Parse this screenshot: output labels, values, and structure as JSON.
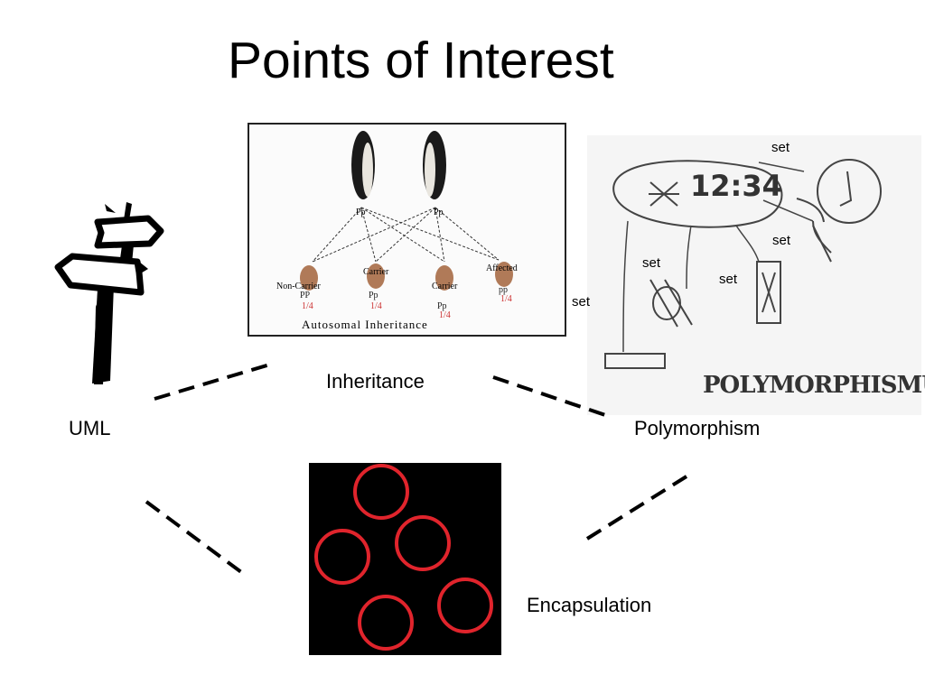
{
  "slide": {
    "title": "Points of Interest",
    "labels": {
      "uml": "UML",
      "inheritance": "Inheritance",
      "polymorphism": "Polymorphism",
      "encapsulation": "Encapsulation"
    },
    "inheritance_figure": {
      "caption": "Autosomal Inheritance",
      "parent_genotypes": [
        "Pp",
        "Pp"
      ],
      "offspring": [
        {
          "label": "Non-Carrier",
          "genotype": "PP",
          "fraction": "1/4"
        },
        {
          "label": "Carrier",
          "genotype": "Pp",
          "fraction": "1/4"
        },
        {
          "label": "Carrier",
          "genotype": "Pp",
          "fraction": "1/4"
        },
        {
          "label": "Affected",
          "genotype": "pp",
          "fraction": "1/4"
        }
      ]
    },
    "polymorphism_figure": {
      "clock_display": "12:34",
      "word": "POLYMORPHISMUS",
      "set_labels": [
        "set",
        "set",
        "set",
        "set",
        "set"
      ]
    }
  }
}
